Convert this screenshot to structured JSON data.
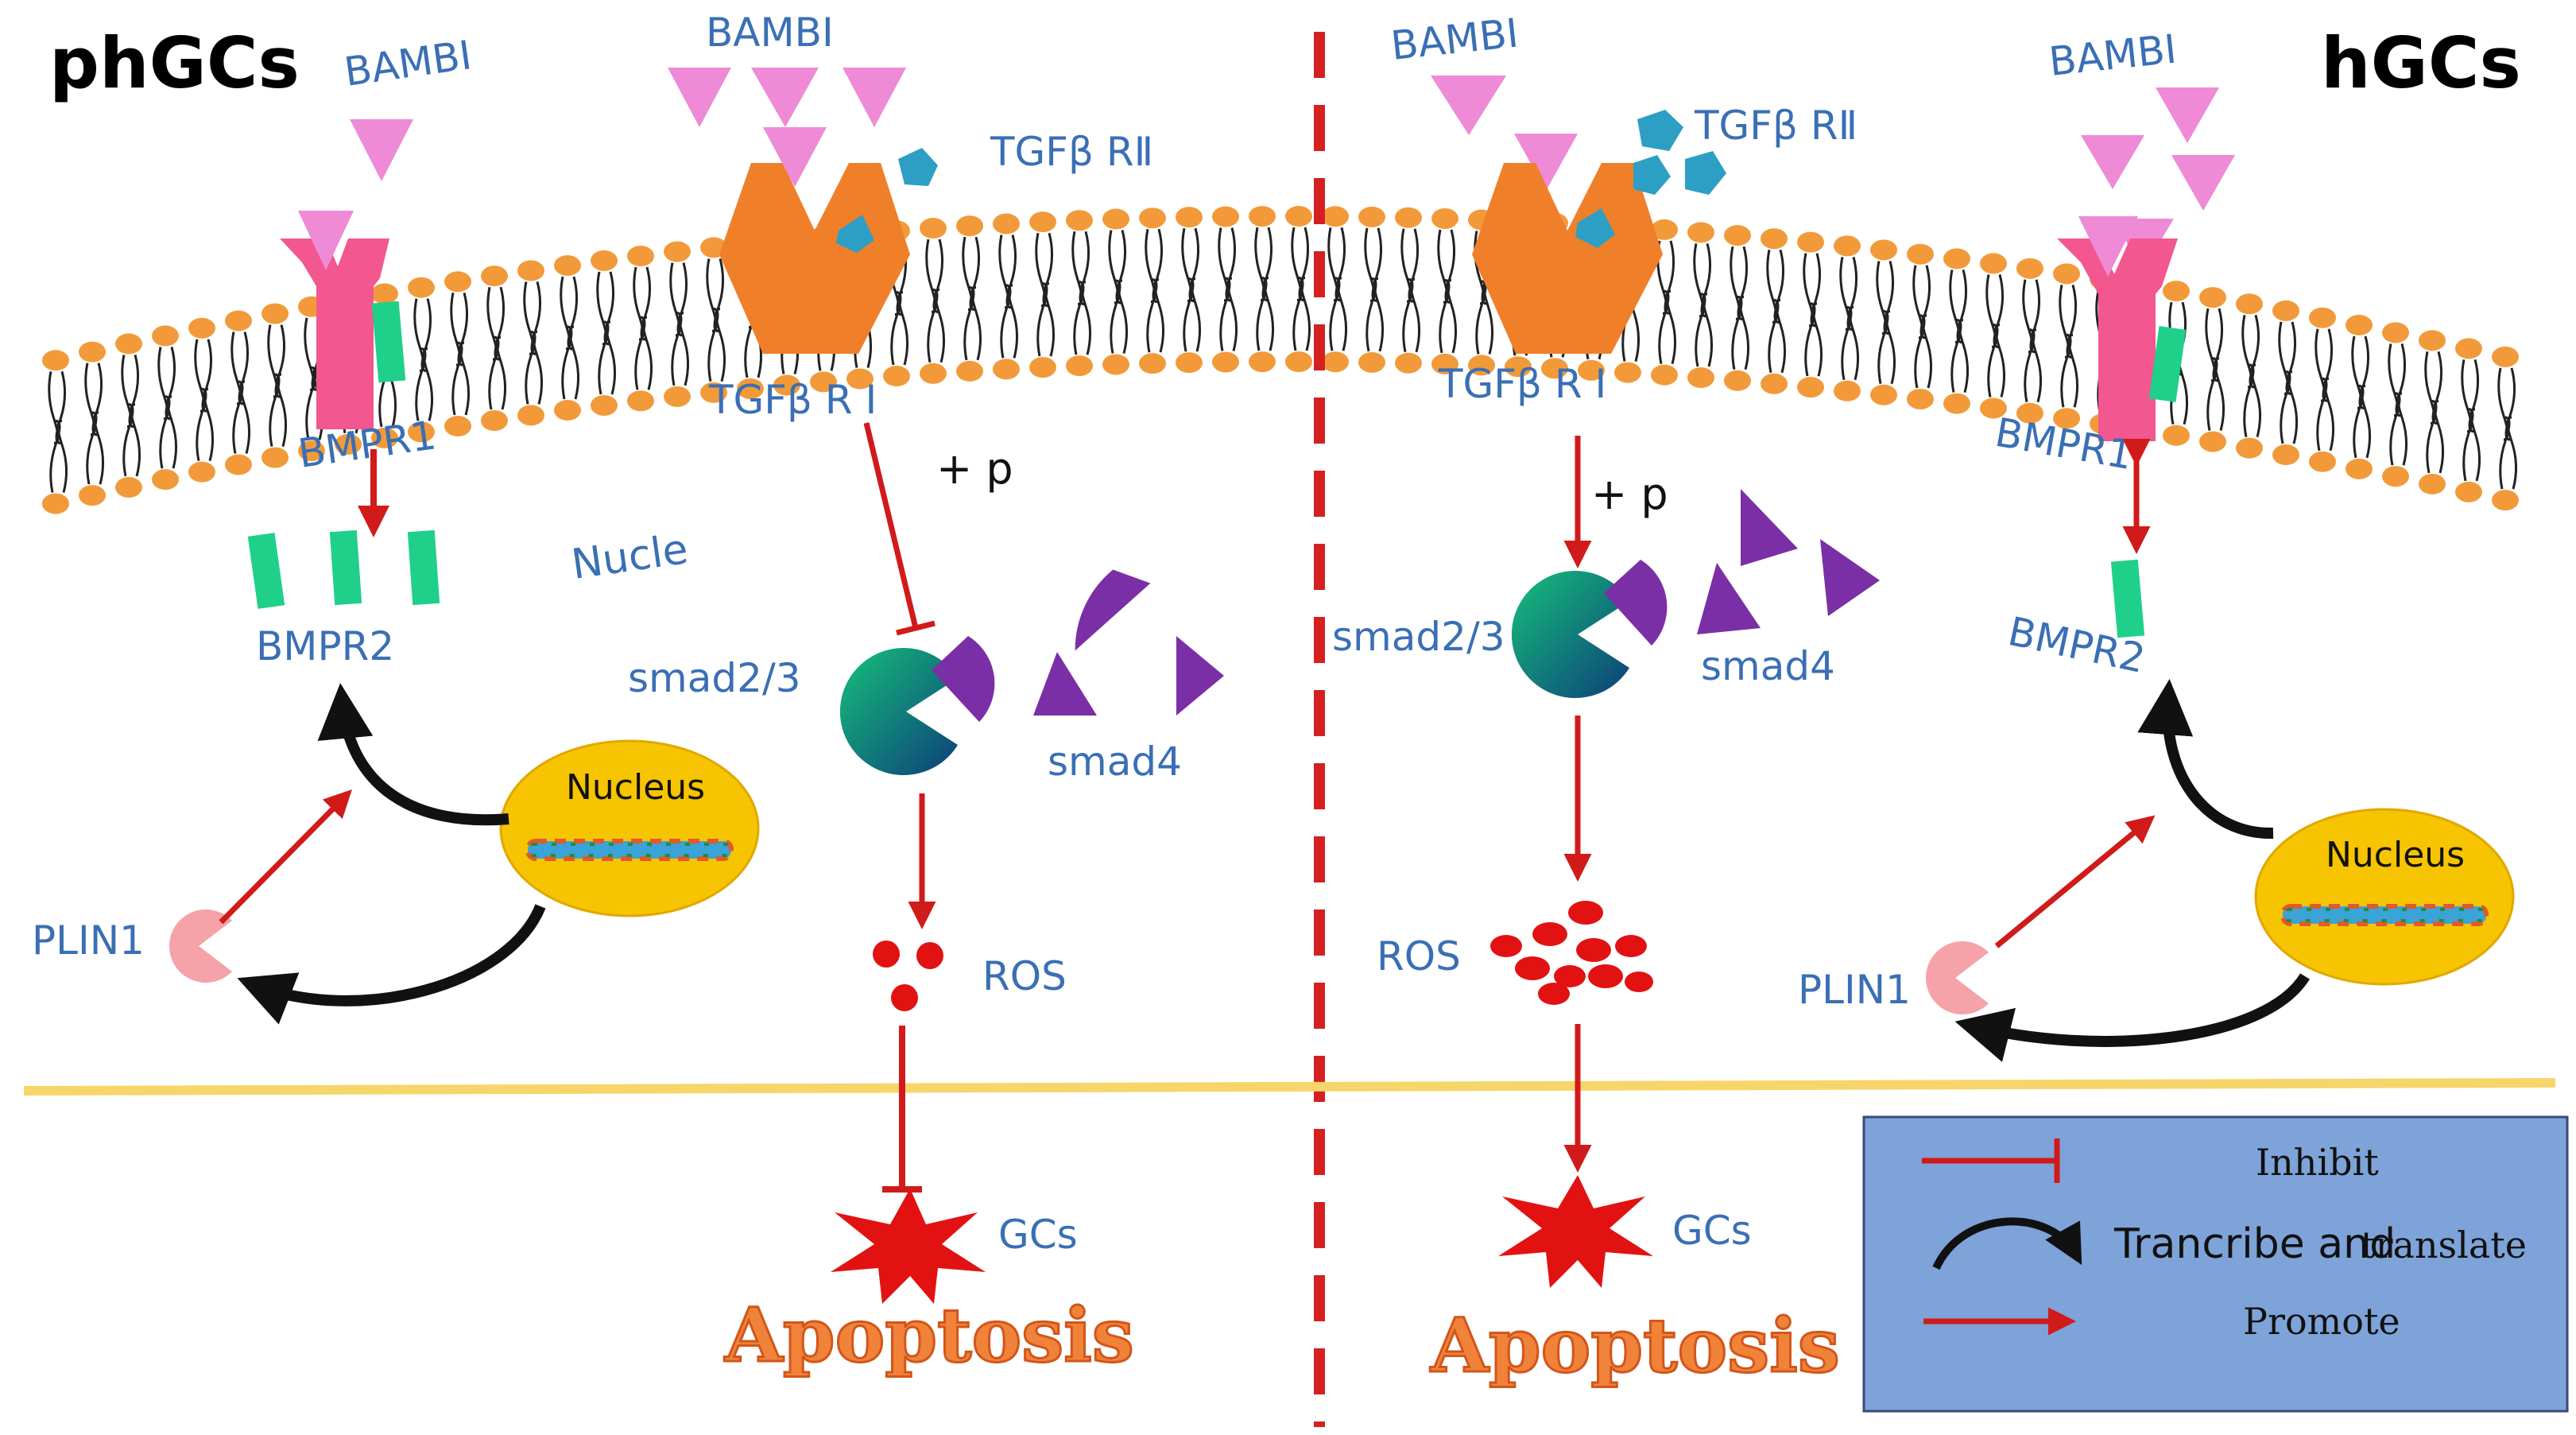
{
  "panels": {
    "left_title": "phGCs",
    "right_title": "hGCs"
  },
  "left": {
    "bambi_1": "BAMBI",
    "bambi_2": "BAMBI",
    "tgfbr2": "TGFβ RⅡ",
    "tgfbr1": "TGFβ R Ⅰ",
    "bmpr1": "BMPR1",
    "bmpr2": "BMPR2",
    "nucle": "Nucle",
    "plus_p": "+ p",
    "smad23": "smad2/3",
    "smad4": "smad4",
    "nucleus": "Nucleus",
    "plin1": "PLIN1",
    "ros": "ROS",
    "gcs": "GCs",
    "apoptosis": "Apoptosis"
  },
  "right": {
    "bambi_1": "BAMBI",
    "bambi_2": "BAMBI",
    "tgfbr2": "TGFβ RⅡ",
    "tgfbr1": "TGFβ R Ⅰ",
    "bmpr1": "BMPR1",
    "bmpr2": "BMPR2",
    "plus_p": "+ p",
    "smad23": "smad2/3",
    "smad4": "smad4",
    "nucleus": "Nucleus",
    "plin1": "PLIN1",
    "ros": "ROS",
    "gcs": "GCs",
    "apoptosis": "Apoptosis"
  },
  "legend": {
    "inhibit": "Inhibit",
    "transcribe": "Trancribe and",
    "translate": "translate",
    "promote": "Promote"
  },
  "colors": {
    "label_blue": "#3a6fb5",
    "receptor_orange": "#f07f2a",
    "bmpr_pink": "#f2578f",
    "bambi_pink": "#ee8ad6",
    "tgfbr2_teal": "#2d9fc4",
    "bmpr2_green": "#1fd08a",
    "smad4_purple": "#7b2fa6",
    "arrow_red": "#d11a1a",
    "nucleus_yellow": "#f6c400",
    "legend_blue": "#7ea3d8",
    "divider_red": "#d42020",
    "baseline_yellow": "#f6d66a"
  }
}
